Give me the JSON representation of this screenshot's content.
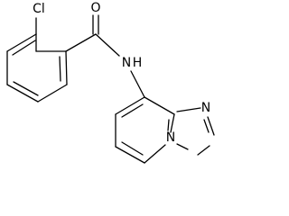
{
  "molecule": {
    "atoms": {
      "chlorine": "Cl",
      "oxygen": "O",
      "amide_nitrogen": "N",
      "ring_nitrogen_top": "N",
      "ring_nitrogen_bottom": "N"
    },
    "amide_h": "H"
  }
}
